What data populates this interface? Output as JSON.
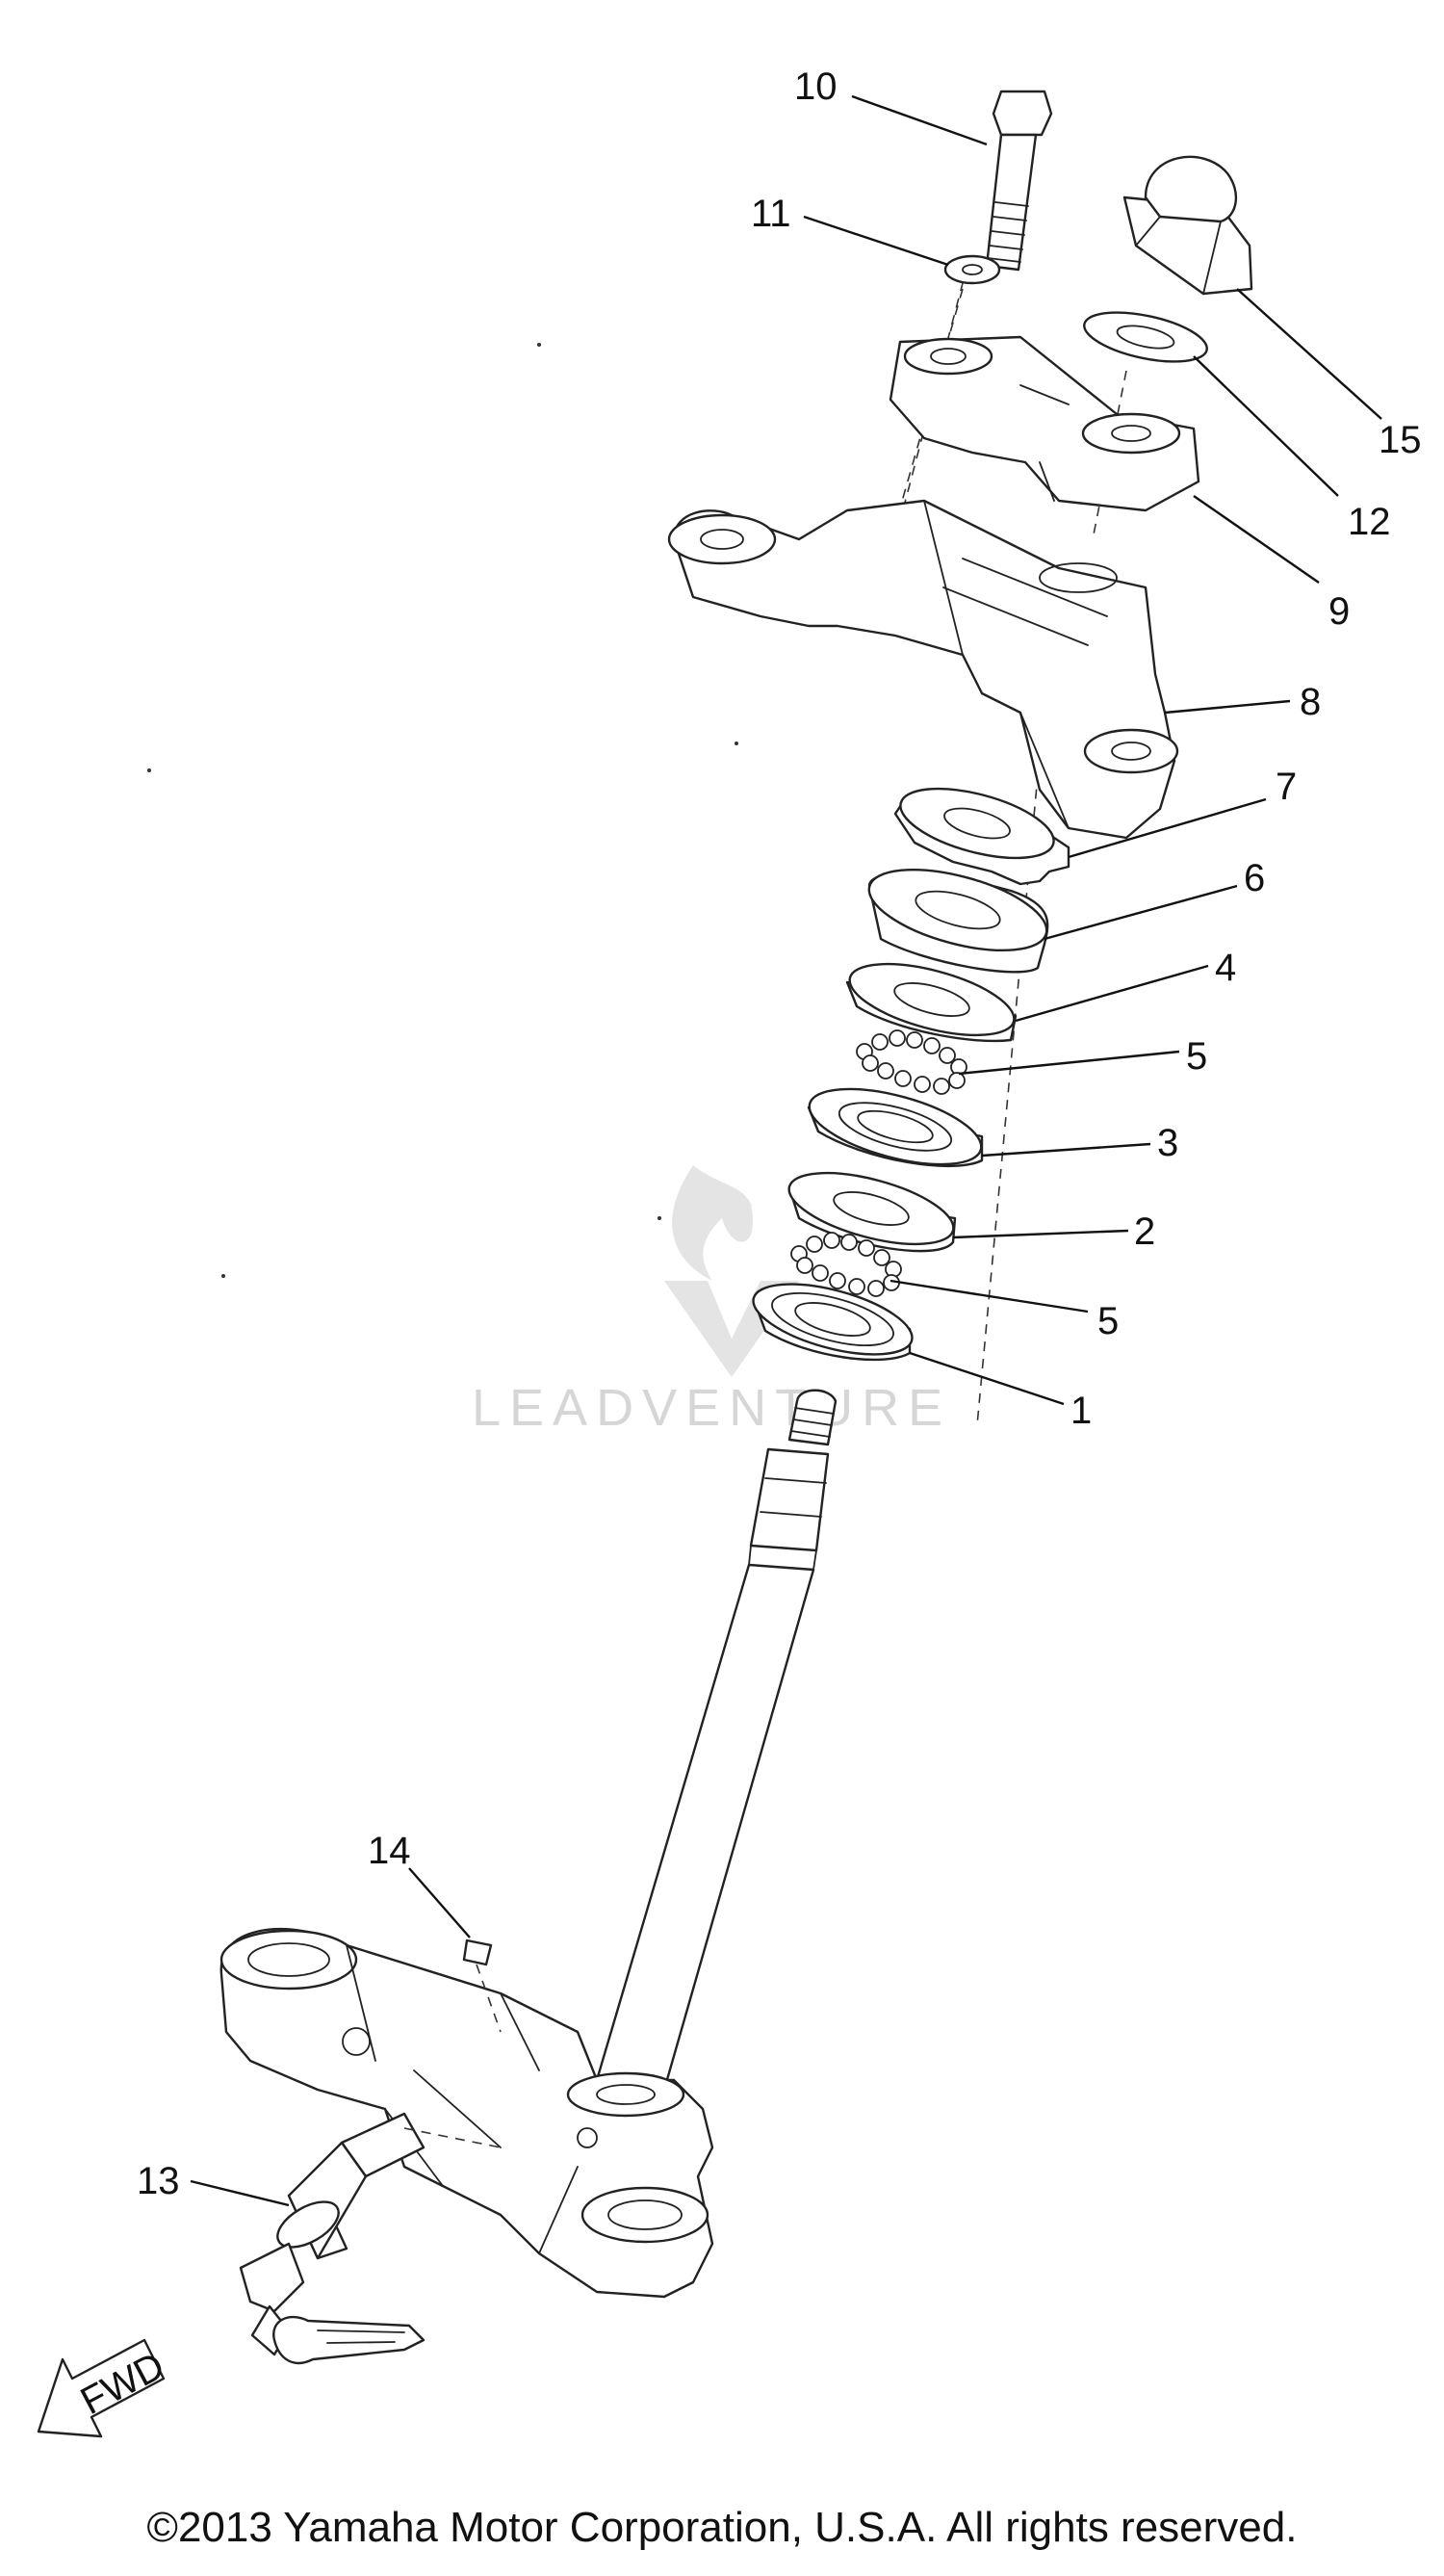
{
  "diagram": {
    "callouts": [
      {
        "id": "10",
        "label": "10"
      },
      {
        "id": "11",
        "label": "11"
      },
      {
        "id": "15",
        "label": "15"
      },
      {
        "id": "12",
        "label": "12"
      },
      {
        "id": "9",
        "label": "9"
      },
      {
        "id": "8",
        "label": "8"
      },
      {
        "id": "7",
        "label": "7"
      },
      {
        "id": "6",
        "label": "6"
      },
      {
        "id": "4",
        "label": "4"
      },
      {
        "id": "5a",
        "label": "5"
      },
      {
        "id": "3",
        "label": "3"
      },
      {
        "id": "2",
        "label": "2"
      },
      {
        "id": "5b",
        "label": "5"
      },
      {
        "id": "1",
        "label": "1"
      },
      {
        "id": "14",
        "label": "14"
      },
      {
        "id": "13",
        "label": "13"
      }
    ],
    "fwd_arrow_label": "FWD",
    "watermark": "LEADVENTURE",
    "copyright": "©2013 Yamaha Motor Corporation, U.S.A. All rights reserved."
  }
}
